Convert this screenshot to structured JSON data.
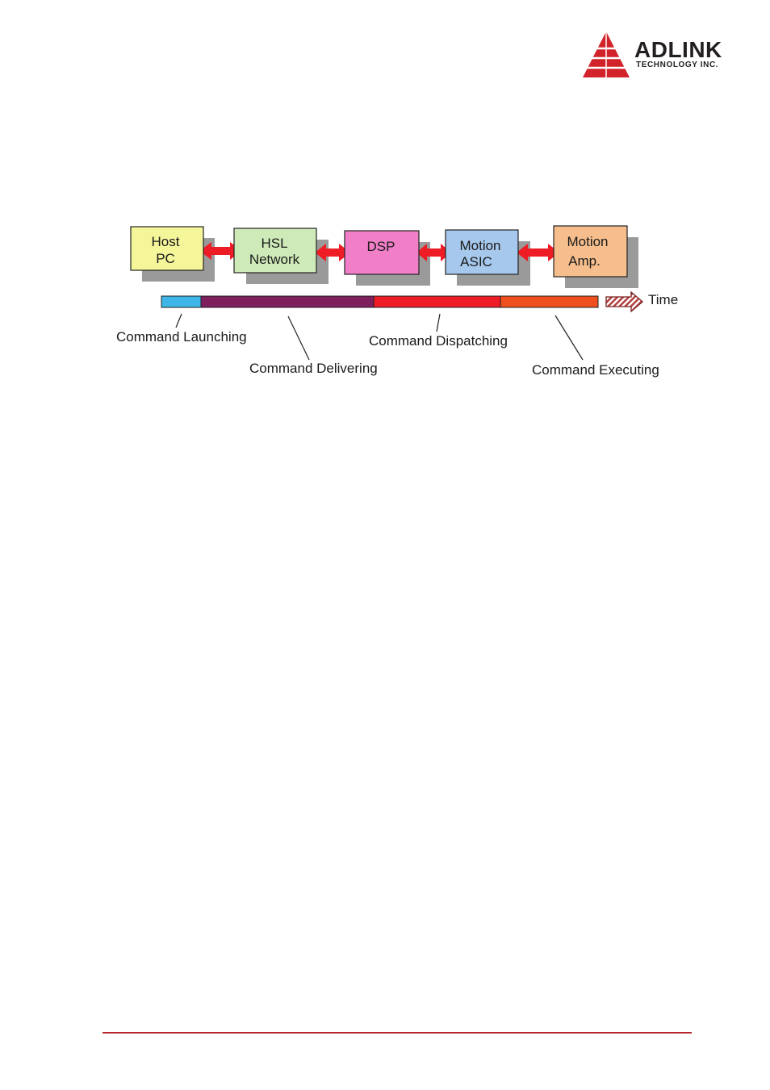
{
  "logo": {
    "name": "ADLINK",
    "subtitle": "TECHNOLOGY INC.",
    "registered": "®",
    "color": "#d2232a"
  },
  "diagram": {
    "blocks": [
      {
        "id": "host-pc",
        "lines": [
          "Host",
          "PC"
        ],
        "color": "#f5f59a"
      },
      {
        "id": "hsl-network",
        "lines": [
          "HSL",
          "Network"
        ],
        "color": "#cdeab8"
      },
      {
        "id": "dsp",
        "lines": [
          "DSP"
        ],
        "color": "#f07fc8"
      },
      {
        "id": "motion-asic",
        "lines": [
          "Motion",
          "ASIC"
        ],
        "color": "#a6c8ec"
      },
      {
        "id": "motion-amp",
        "lines": [
          "Motion",
          "Amp."
        ],
        "color": "#f5be8c"
      }
    ],
    "arrow_color": "#ee1c25",
    "timeline": {
      "time_label": "Time",
      "segments": [
        {
          "label": "Command Launching",
          "color": "#3fb6e8"
        },
        {
          "label": "Command Delivering",
          "color": "#7e1f5e"
        },
        {
          "label": "Command Dispatching",
          "color": "#ee1c25"
        },
        {
          "label": "Command Executing",
          "color": "#f0501e"
        }
      ]
    }
  },
  "footer": {
    "rule_color": "#b2262c"
  }
}
